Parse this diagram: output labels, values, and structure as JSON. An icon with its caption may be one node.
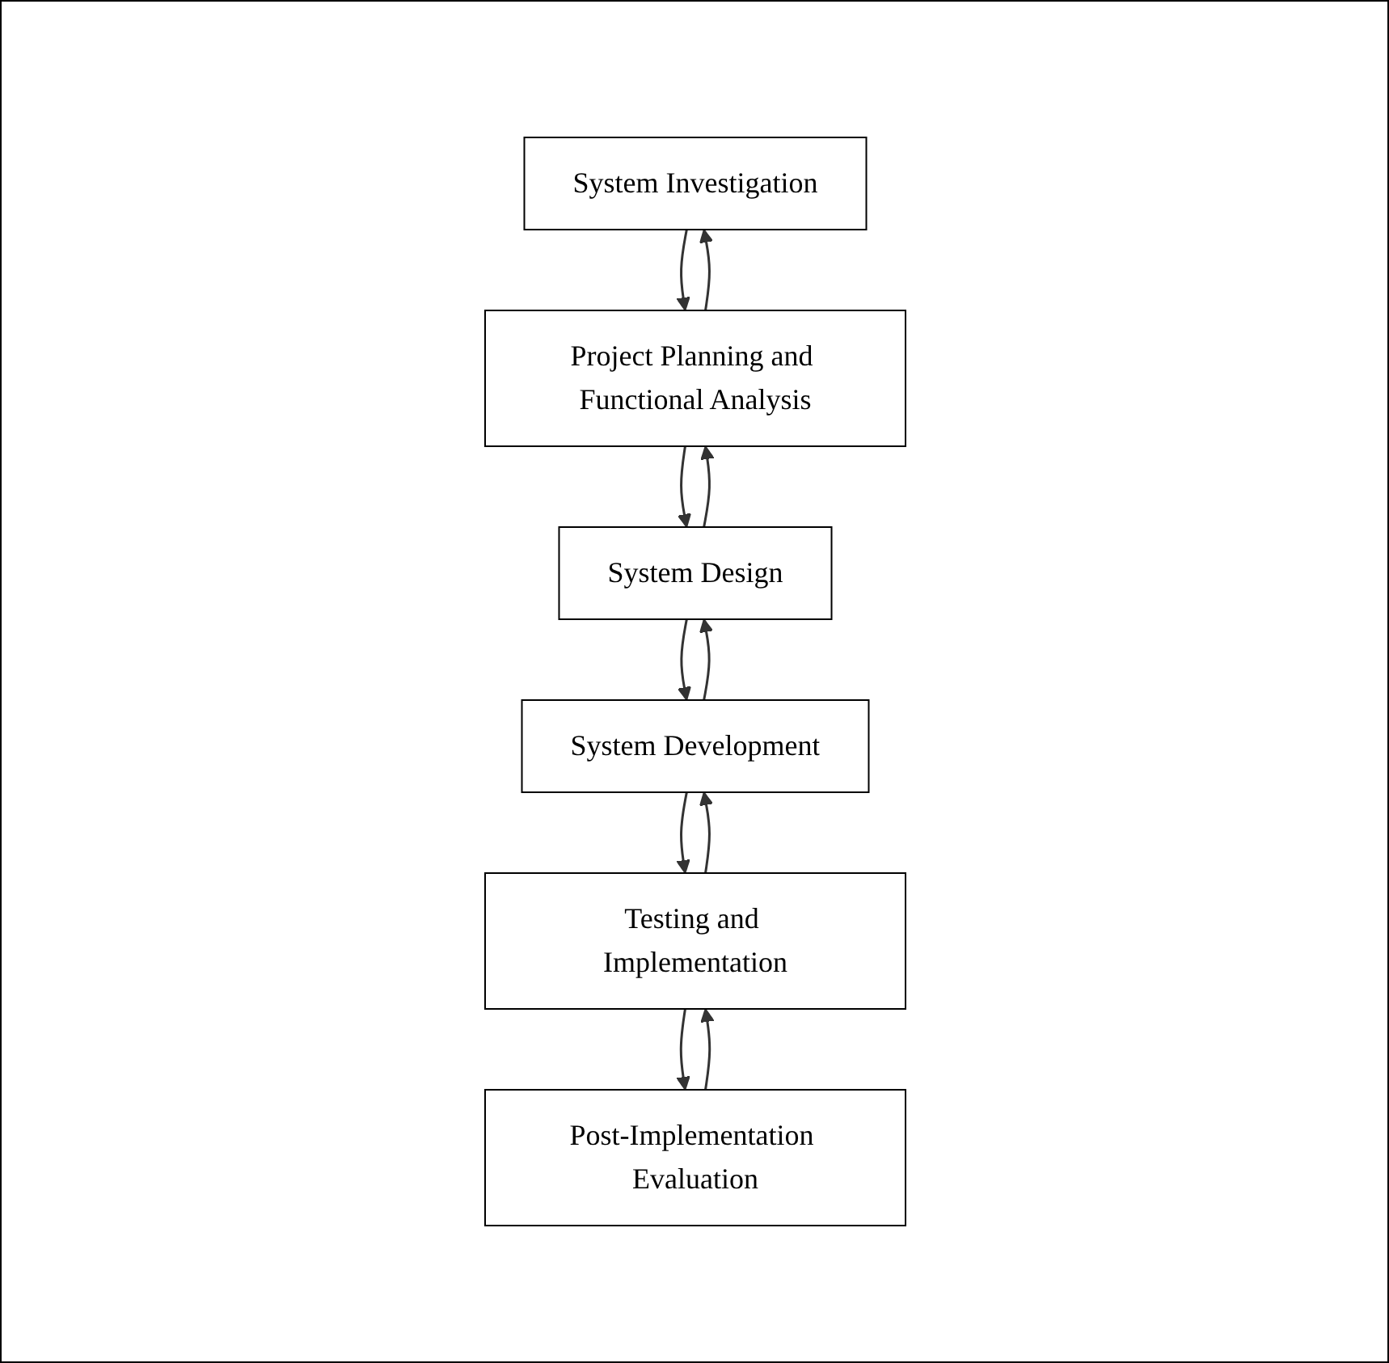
{
  "diagram": {
    "nodes": [
      {
        "text": [
          "System Investigation"
        ]
      },
      {
        "text": [
          "Project Planning and Functional Analysis"
        ]
      },
      {
        "text": [
          "System Design"
        ]
      },
      {
        "text": [
          "System Development"
        ]
      },
      {
        "text": [
          "Testing and Implementation"
        ]
      },
      {
        "text": [
          "Post-Implementation Evaluation"
        ]
      }
    ],
    "edges": [
      {
        "from": 0,
        "to": 1,
        "arrow": "to"
      },
      {
        "from": 1,
        "to": 0,
        "arrow": "to"
      },
      {
        "from": 1,
        "to": 2,
        "arrow": "to"
      },
      {
        "from": 2,
        "to": 1,
        "arrow": "to"
      },
      {
        "from": 2,
        "to": 3,
        "arrow": "to"
      },
      {
        "from": 3,
        "to": 2,
        "arrow": "to"
      },
      {
        "from": 3,
        "to": 4,
        "arrow": "to"
      },
      {
        "from": 4,
        "to": 3,
        "arrow": "to"
      },
      {
        "from": 4,
        "to": 5,
        "arrow": "to"
      },
      {
        "from": 5,
        "to": 4,
        "arrow": "to"
      }
    ]
  }
}
